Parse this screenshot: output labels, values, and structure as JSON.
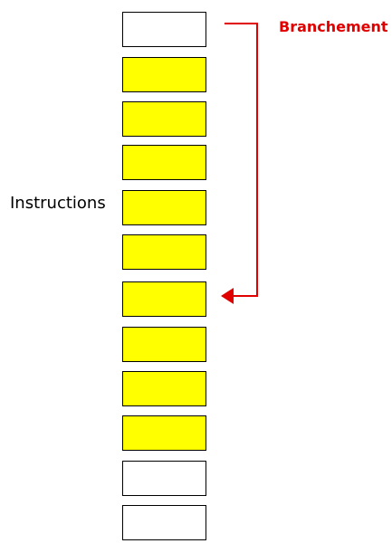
{
  "labels": {
    "instructions": "Instructions",
    "branch": "Branchement"
  },
  "colors": {
    "highlight": "#ffff00",
    "plain": "#ffffff",
    "arrow": "#e00000",
    "border": "#000000"
  },
  "instructions": [
    {
      "highlighted": false
    },
    {
      "highlighted": true
    },
    {
      "highlighted": true
    },
    {
      "highlighted": true
    },
    {
      "highlighted": true
    },
    {
      "highlighted": true
    },
    {
      "highlighted": true
    },
    {
      "highlighted": true
    },
    {
      "highlighted": true
    },
    {
      "highlighted": true
    },
    {
      "highlighted": false
    },
    {
      "highlighted": false
    }
  ],
  "branch": {
    "from": 0,
    "to": 6
  }
}
